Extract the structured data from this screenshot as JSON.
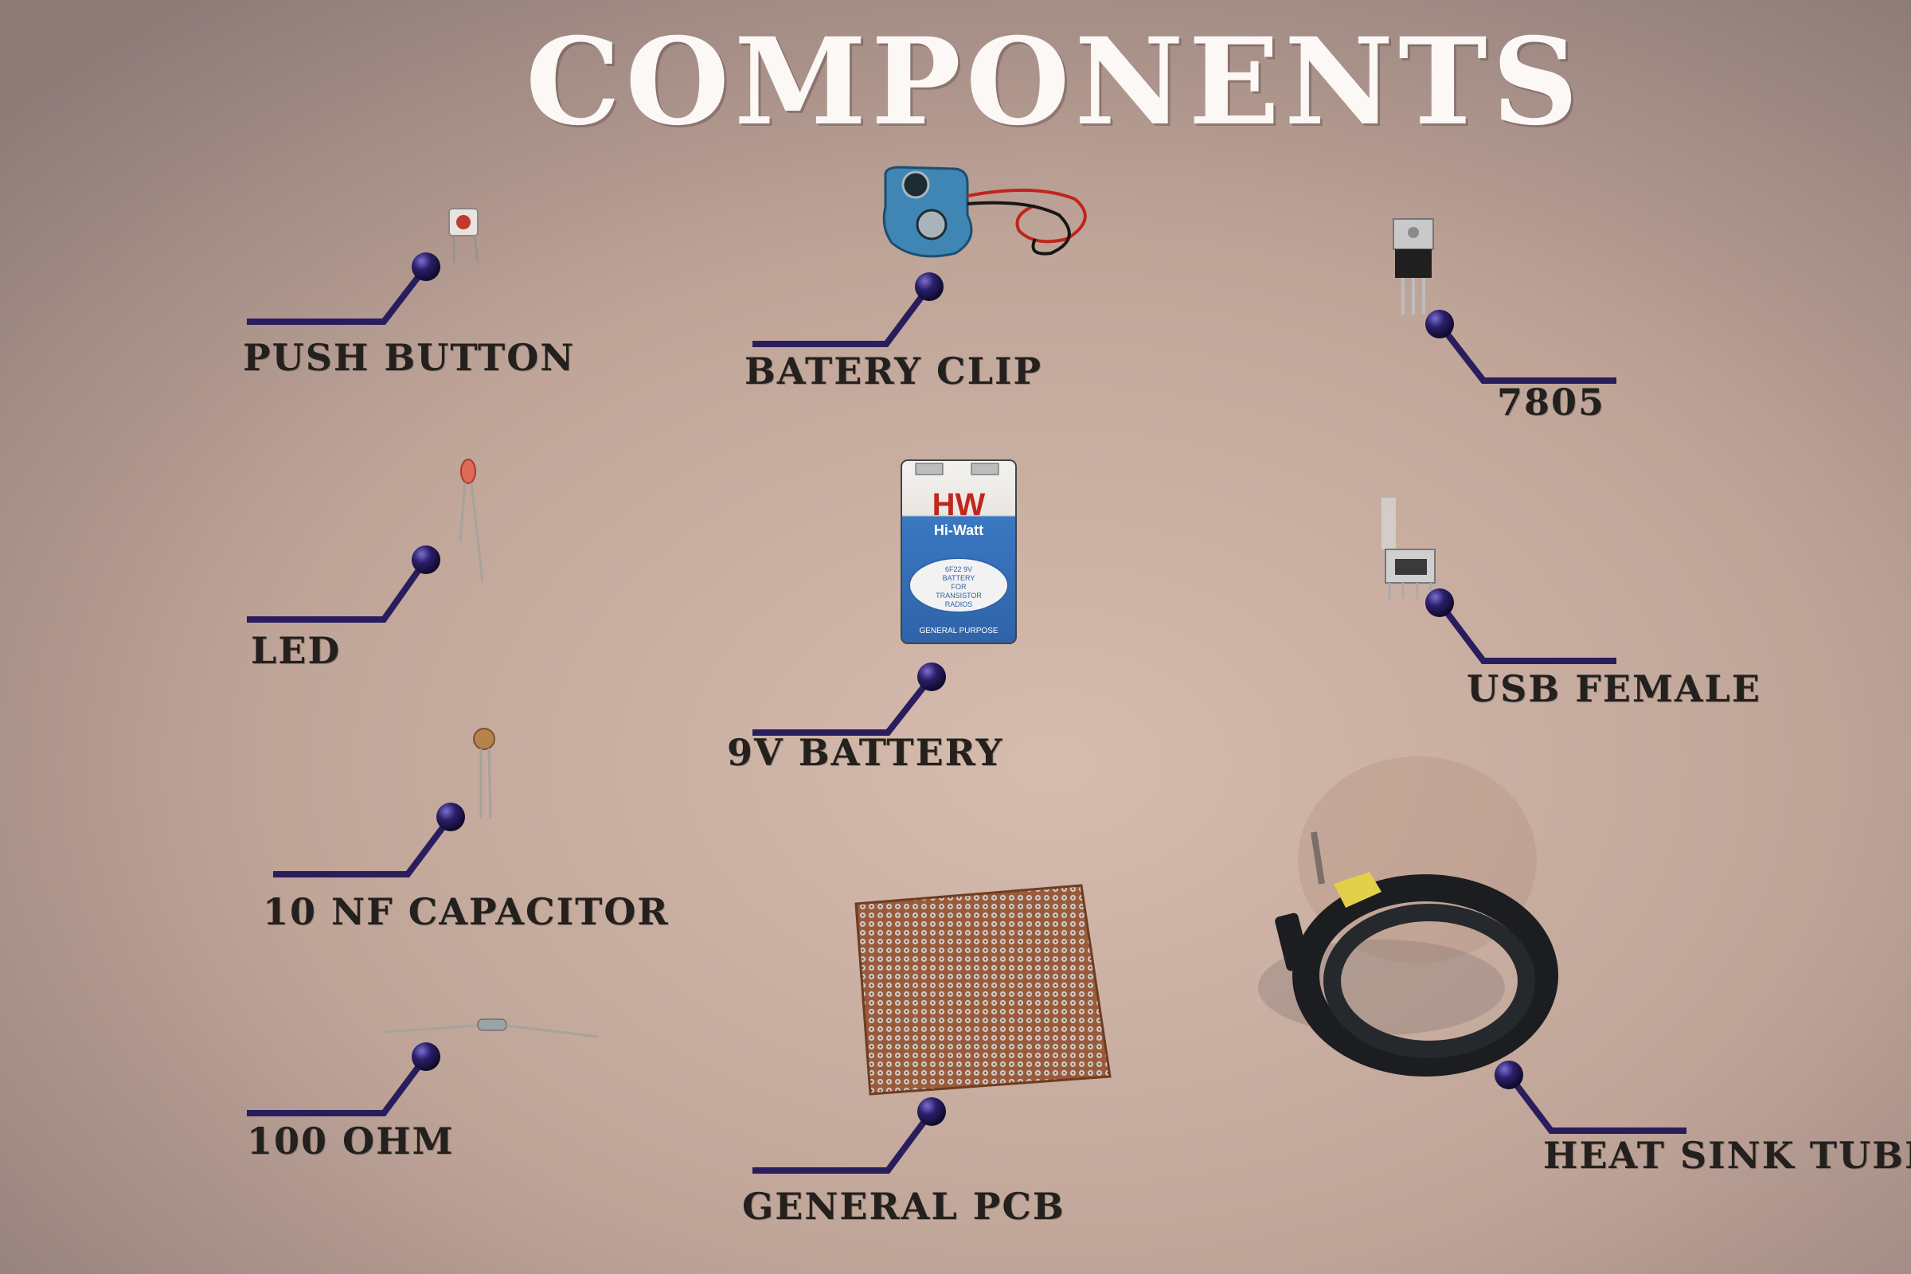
{
  "title": "COMPONENTS",
  "labels": {
    "push_button": "PUSH BUTTON",
    "battery_clip": "BATERY CLIP",
    "regulator": "7805",
    "led": "LED",
    "battery": "9V BATTERY",
    "usb": "USB FEMALE",
    "capacitor": "10 NF CAPACITOR",
    "resistor": "100 OHM",
    "pcb": "GENERAL PCB",
    "heat_sink": "HEAT SINK TUBE"
  },
  "battery_print": {
    "brand_logo": "HW",
    "brand": "Hi-Watt",
    "desc_1": "6F22 9V",
    "desc_2": "BATTERY",
    "desc_3": "FOR",
    "desc_4": "TRANSISTOR",
    "desc_5": "RADIOS",
    "footer": "GENERAL PURPOSE"
  },
  "colors": {
    "background": "#c7ab9f",
    "title": "#fbf8f6",
    "label_text": "#23201d",
    "leader_line": "#2a1d5e",
    "leader_dot": "#2b1f6b"
  }
}
